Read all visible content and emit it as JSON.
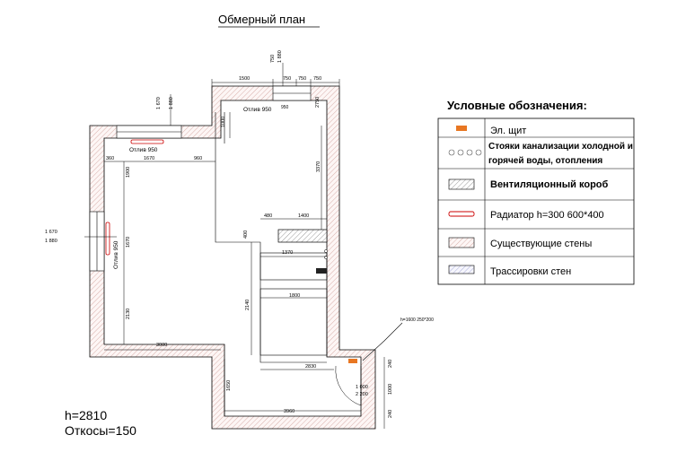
{
  "title": "Обмерный план",
  "notes": {
    "height": "h=2810",
    "reveals": "Откосы=150"
  },
  "legend": {
    "title": "Условные обозначения:",
    "items": [
      {
        "label": "Эл. щит"
      },
      {
        "label_line1": "Стояки канализации холодной и",
        "label_line2": "горячей воды, отопления"
      },
      {
        "label": "Вентиляционный короб"
      },
      {
        "label": "Радиатор h=300 600*400"
      },
      {
        "label": "Существующие стены"
      },
      {
        "label": "Трассировки стен"
      }
    ]
  },
  "plan": {
    "sill_labels": {
      "top": "Отлив 950",
      "left": "Отлив 950",
      "upper": "Отлив 950"
    },
    "vent_note": "h=1600 250*200",
    "dimensions": {
      "d1500": "1500",
      "d750a": "750",
      "d750b": "750",
      "d750c": "750",
      "d1880v": "1 880",
      "d1670v": "1 670",
      "d1880v2": "1 880",
      "d1000": "1000",
      "d950s": "950",
      "d2750": "2750",
      "d360": "360",
      "d1670": "1670",
      "d960": "960",
      "d1900": "1900",
      "d3370": "3370",
      "d480": "480",
      "d1400": "1400",
      "d1670side": "1 670",
      "d1880side": "1 880",
      "d1670left": "1670",
      "d400": "400",
      "d1370": "1370",
      "d2140": "2140",
      "d1800": "1800",
      "d2130": "2130",
      "d3000": "3000",
      "d2830": "2830",
      "d1650": "1650",
      "d3960": "3960",
      "d1000b": "1 000",
      "d2200": "2 200",
      "d1000c": "1000",
      "d240a": "240",
      "d240b": "240"
    }
  }
}
